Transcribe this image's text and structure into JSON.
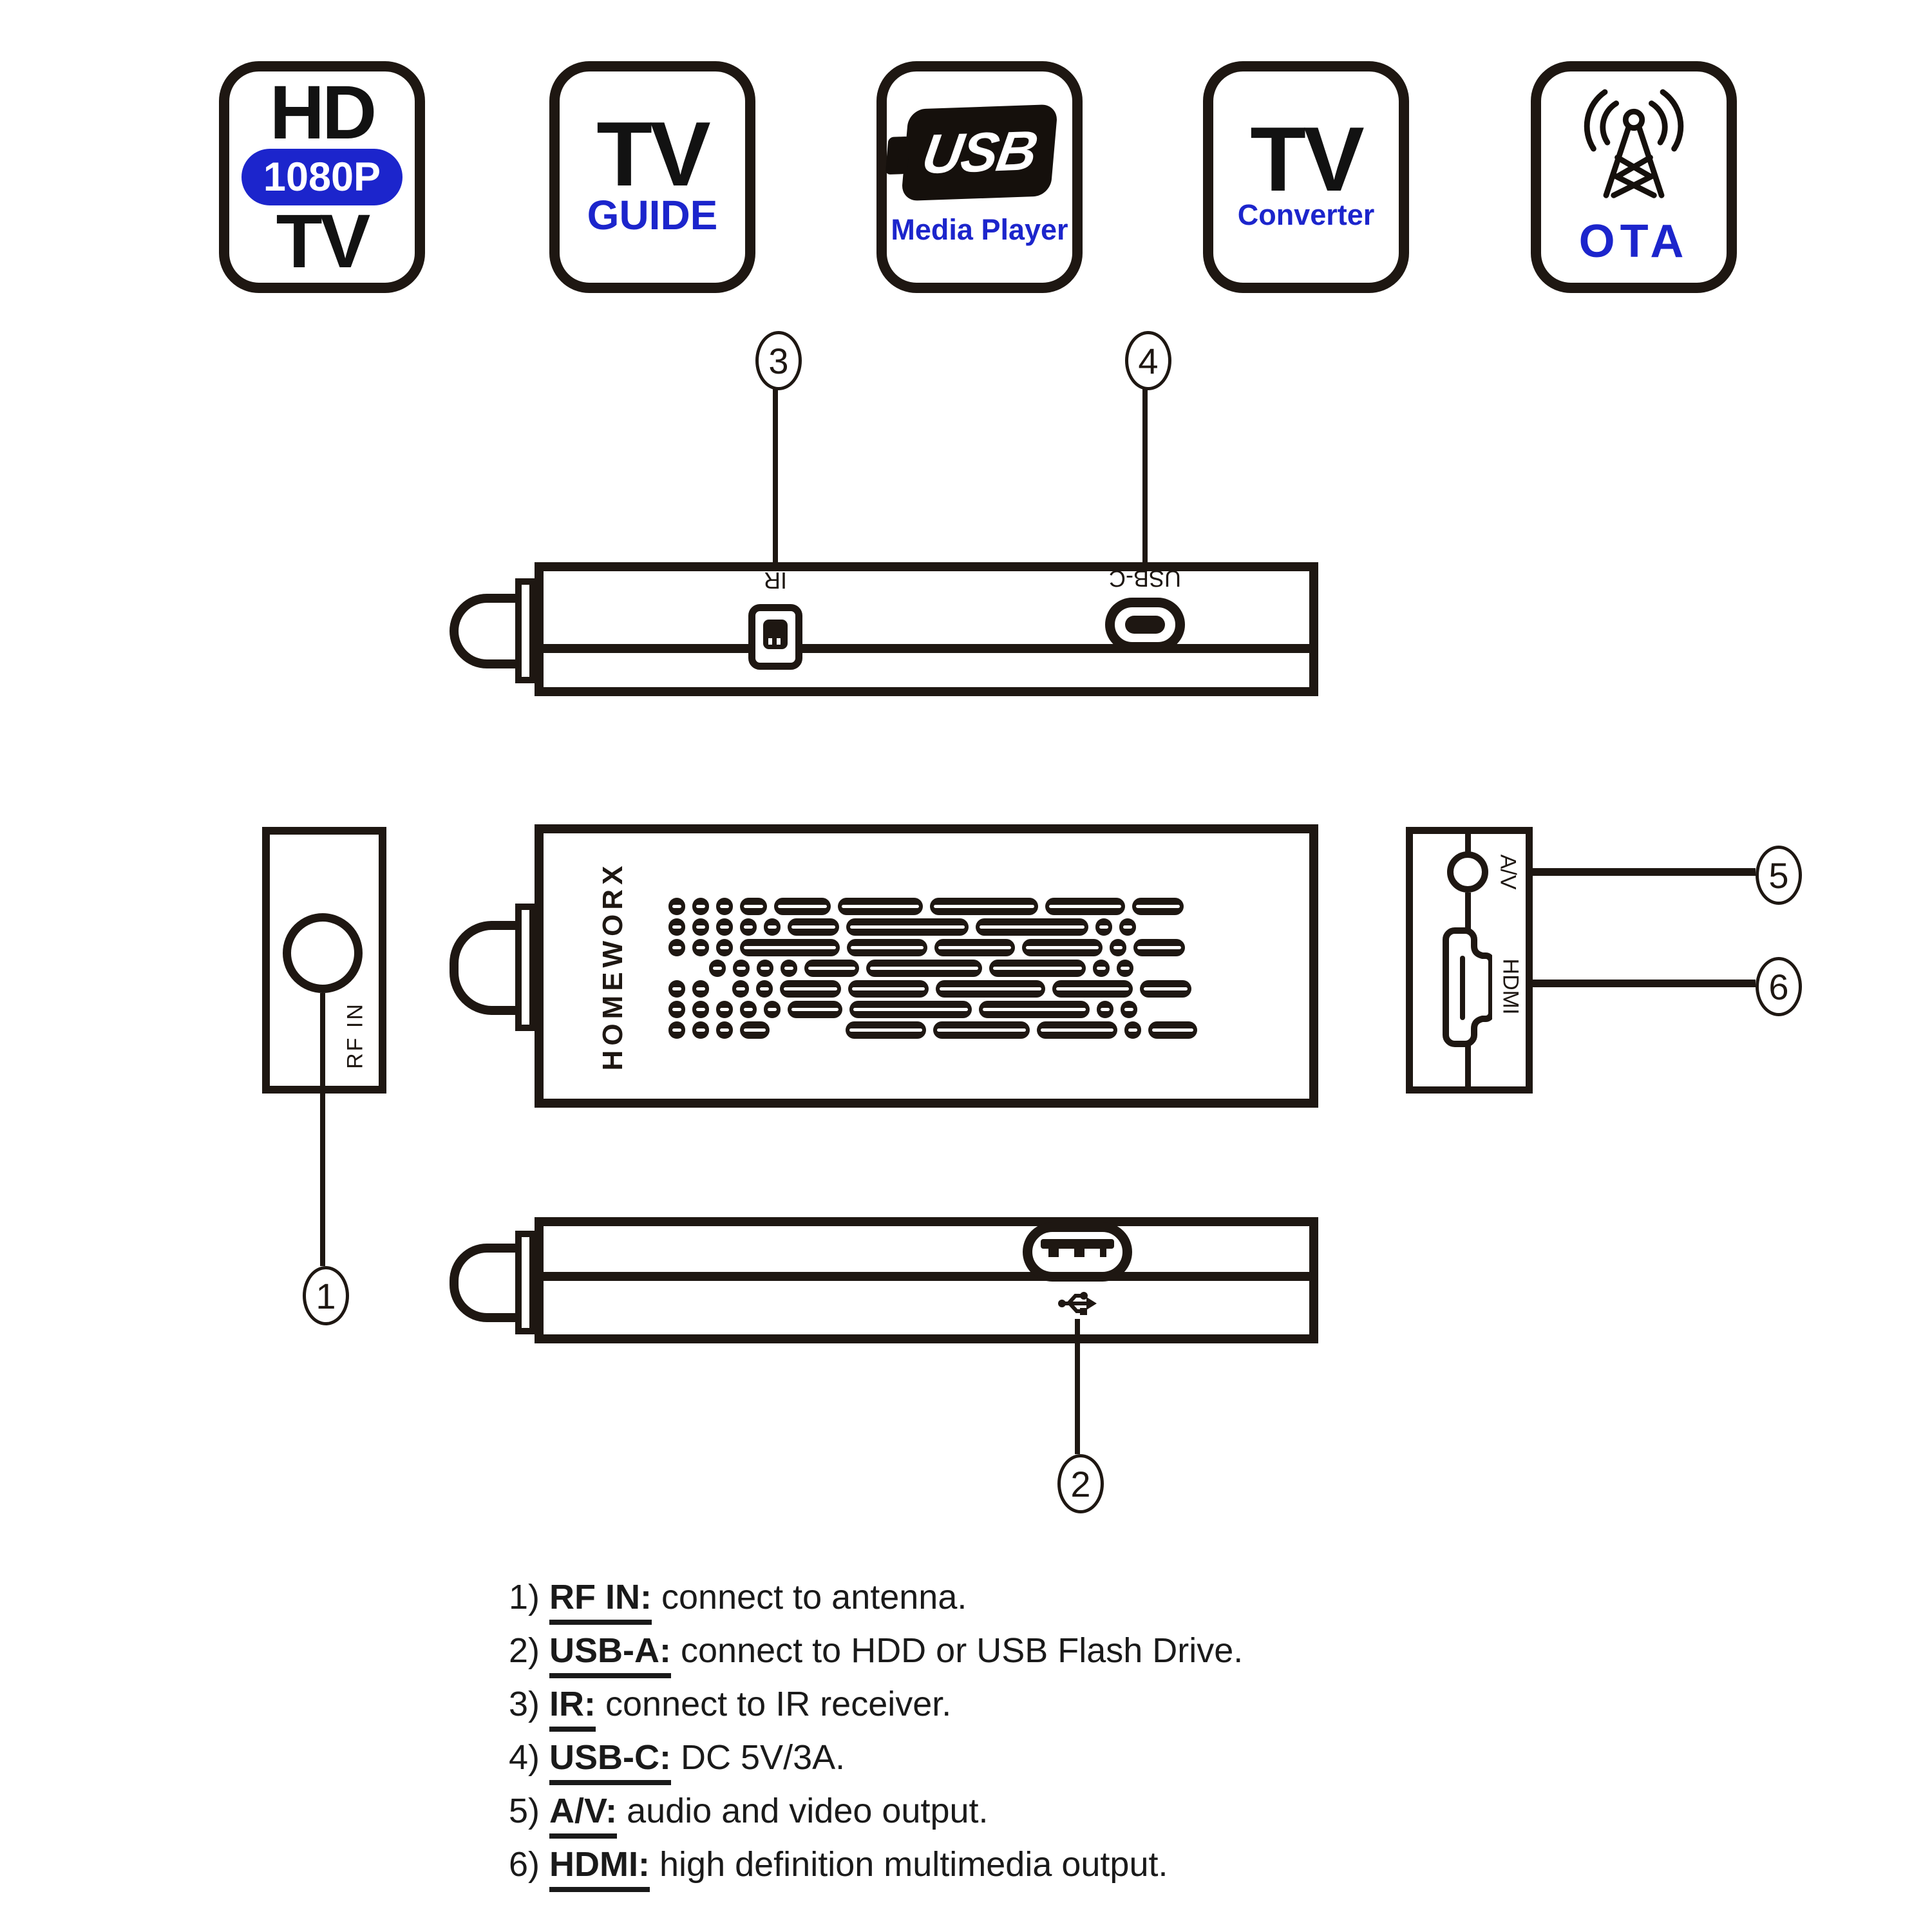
{
  "badges": [
    {
      "id": "hd-1080p-tv",
      "top": "HD",
      "pill": "1080P",
      "bottom": "TV"
    },
    {
      "id": "tv-guide",
      "top": "TV",
      "bottom": "GUIDE"
    },
    {
      "id": "usb-media-player",
      "logo_text": "USB",
      "bottom": "Media Player"
    },
    {
      "id": "tv-converter",
      "top": "TV",
      "bottom": "Converter"
    },
    {
      "id": "ota",
      "icon": "antenna-tower-icon",
      "bottom": "OTA"
    }
  ],
  "device": {
    "brand": "HOMEWORX",
    "labels": {
      "rf_in": "RF IN",
      "ir": "IR",
      "usb_c": "USB-C",
      "av": "A/V",
      "hdmi": "HDMI"
    }
  },
  "callouts": {
    "n1": "1",
    "n2": "2",
    "n3": "3",
    "n4": "4",
    "n5": "5",
    "n6": "6"
  },
  "legend": {
    "items": [
      {
        "num": "1)",
        "term": "RF IN:",
        "desc": "connect to antenna."
      },
      {
        "num": "2)",
        "term": "USB-A:",
        "desc": "connect to HDD or USB Flash Drive."
      },
      {
        "num": "3)",
        "term": "IR:",
        "desc": "connect to IR receiver."
      },
      {
        "num": "4)",
        "term": "USB-C:",
        "desc": "DC 5V/3A."
      },
      {
        "num": "5)",
        "term": "A/V:",
        "desc": "audio and video output."
      },
      {
        "num": "6)",
        "term": "HDMI:",
        "desc": "high definition multimedia output."
      }
    ]
  },
  "colors": {
    "ink": "#1e1712",
    "blue": "#1c25cc",
    "pill_text": "#ffffff",
    "background": "#ffffff"
  },
  "vents": {
    "rows": [
      [
        26,
        26,
        26,
        42,
        88,
        132,
        168,
        124,
        80
      ],
      [
        26,
        26,
        26,
        26,
        26,
        80,
        190,
        175,
        26,
        26
      ],
      [
        26,
        26,
        26,
        155,
        125,
        125,
        125,
        26,
        80
      ],
      [
        -52,
        26,
        26,
        26,
        26,
        85,
        180,
        150,
        26,
        26
      ],
      [
        26,
        26,
        -14,
        26,
        26,
        95,
        125,
        170,
        125,
        80
      ],
      [
        26,
        26,
        26,
        26,
        26,
        85,
        190,
        172,
        26,
        26
      ],
      [
        26,
        26,
        26,
        46,
        -96,
        125,
        150,
        125,
        26,
        76
      ]
    ]
  }
}
